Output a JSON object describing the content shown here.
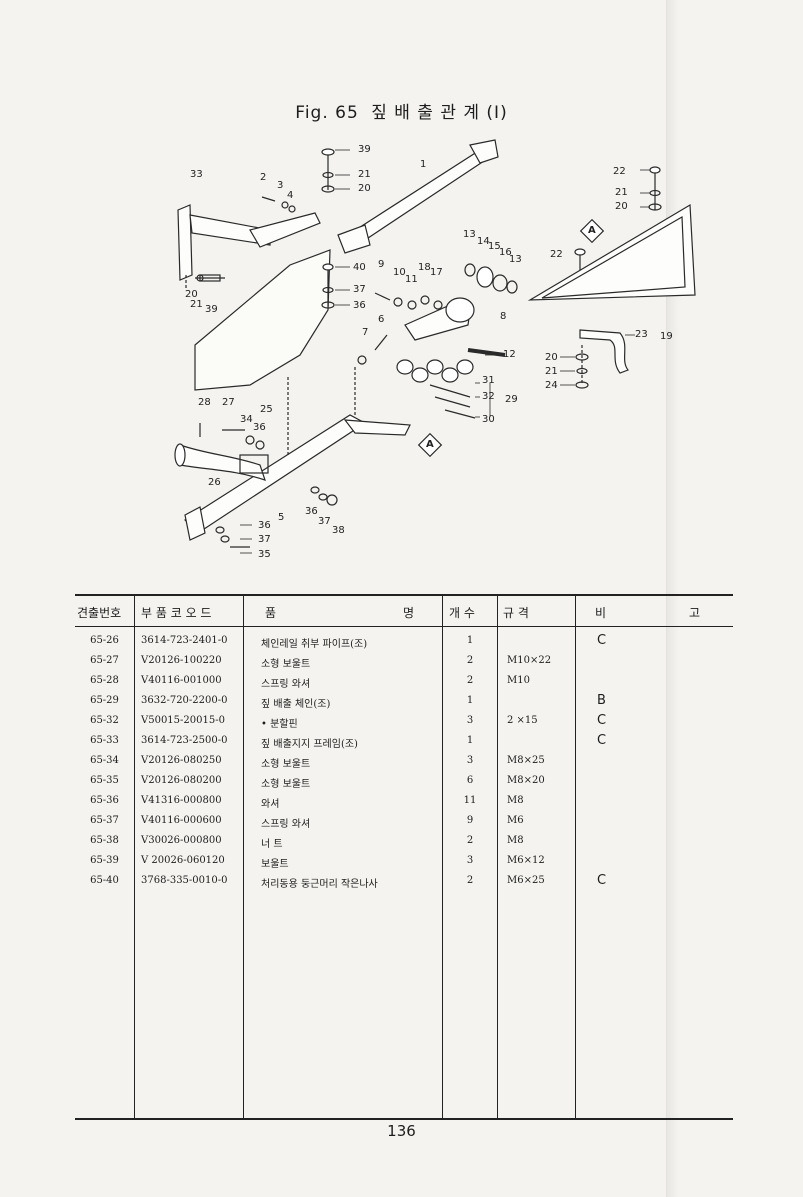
{
  "figure": {
    "label": "Fig. 65",
    "title": "짚 배 출 관 계 (I)"
  },
  "callouts": {
    "c1": "1",
    "c2": "2",
    "c3": "3",
    "c4": "4",
    "c5": "5",
    "c6": "6",
    "c7": "7",
    "c8": "8",
    "c9": "9",
    "c10": "10",
    "c11": "11",
    "c12": "12",
    "c13a": "13",
    "c13b": "13",
    "c14": "14",
    "c15": "15",
    "c16": "16",
    "c17": "17",
    "c18": "18",
    "c19": "19",
    "c20a": "20",
    "c20b": "20",
    "c20c": "20",
    "c20d": "20",
    "c21a": "21",
    "c21b": "21",
    "c21c": "21",
    "c21d": "21",
    "c22a": "22",
    "c22b": "22",
    "c23": "23",
    "c24": "24",
    "c25": "25",
    "c26": "26",
    "c27": "27",
    "c28": "28",
    "c29": "29",
    "c30": "30",
    "c31": "31",
    "c32": "32",
    "c33": "33",
    "c34": "34",
    "c35": "35",
    "c36a": "36",
    "c36b": "36",
    "c36c": "36",
    "c36d": "36",
    "c37a": "37",
    "c37b": "37",
    "c37c": "37",
    "c38": "38",
    "c39a": "39",
    "c39b": "39",
    "c40": "40",
    "markerA1": "A",
    "markerA2": "A"
  },
  "table": {
    "headers": {
      "no": "견출번호",
      "code": "부 품 코 오 드",
      "name_a": "품",
      "name_b": "명",
      "qty": "개 수",
      "spec": "규 격",
      "note_a": "비",
      "note_b": "고"
    },
    "rows": [
      {
        "no": "65-26",
        "code": "3614-723-2401-0",
        "name": "체인레일 취부 파이프(조)",
        "qty": "1",
        "spec": "",
        "note": "C"
      },
      {
        "no": "65-27",
        "code": "V20126-100220",
        "name": "소형 보울트",
        "qty": "2",
        "spec": "M10×22",
        "note": ""
      },
      {
        "no": "65-28",
        "code": "V40116-001000",
        "name": "스프링 와셔",
        "qty": "2",
        "spec": "M10",
        "note": ""
      },
      {
        "no": "65-29",
        "code": "3632-720-2200-0",
        "name": "짚 배출 체인(조)",
        "qty": "1",
        "spec": "",
        "note": "B"
      },
      {
        "no": "65-32",
        "code": "V50015-20015-0",
        "name": "• 분할핀",
        "qty": "3",
        "spec": "2 ×15",
        "note": "C"
      },
      {
        "no": "65-33",
        "code": "3614-723-2500-0",
        "name": "짚 배출지지 프레임(조)",
        "qty": "1",
        "spec": "",
        "note": "C"
      },
      {
        "no": "65-34",
        "code": "V20126-080250",
        "name": "소형 보울트",
        "qty": "3",
        "spec": "M8×25",
        "note": ""
      },
      {
        "no": "65-35",
        "code": "V20126-080200",
        "name": "소형 보울트",
        "qty": "6",
        "spec": "M8×20",
        "note": ""
      },
      {
        "no": "65-36",
        "code": "V41316-000800",
        "name": "와셔",
        "qty": "11",
        "spec": "M8",
        "note": ""
      },
      {
        "no": "65-37",
        "code": "V40116-000600",
        "name": "스프링 와셔",
        "qty": "9",
        "spec": "M6",
        "note": ""
      },
      {
        "no": "65-38",
        "code": "V30026-000800",
        "name": "너 트",
        "qty": "2",
        "spec": "M8",
        "note": ""
      },
      {
        "no": "65-39",
        "code": "V 20026-060120",
        "name": "보울트",
        "qty": "3",
        "spec": "M6×12",
        "note": ""
      },
      {
        "no": "65-40",
        "code": "3768-335-0010-0",
        "name": "처리동용 둥근머리 작은나사",
        "qty": "2",
        "spec": "M6×25",
        "note": "C"
      }
    ]
  },
  "page_number": "136"
}
